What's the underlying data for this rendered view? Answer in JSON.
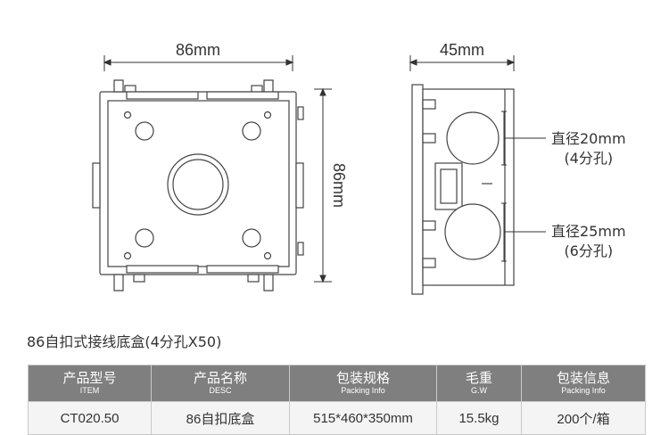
{
  "drawing": {
    "front_width_label": "86mm",
    "front_height_label": "86mm",
    "side_depth_label": "45mm",
    "callout_small_hole": {
      "line1": "直径20mm",
      "line2": "(4分孔)"
    },
    "callout_large_hole": {
      "line1": "直径25mm",
      "line2": "(6分孔)"
    }
  },
  "product_title": "86自扣式接线底盒(4分孔X50)",
  "table": {
    "headers": [
      {
        "cn": "产品型号",
        "en": "ITEM"
      },
      {
        "cn": "产品名称",
        "en": "DESC"
      },
      {
        "cn": "包装规格",
        "en": "Packing Info"
      },
      {
        "cn": "毛重",
        "en": "G.W"
      },
      {
        "cn": "包装信息",
        "en": "Packing Info"
      }
    ],
    "rows": [
      [
        "CT020.50",
        "86自扣底盒",
        "515*460*350mm",
        "15.5kg",
        "200个/箱"
      ]
    ]
  }
}
